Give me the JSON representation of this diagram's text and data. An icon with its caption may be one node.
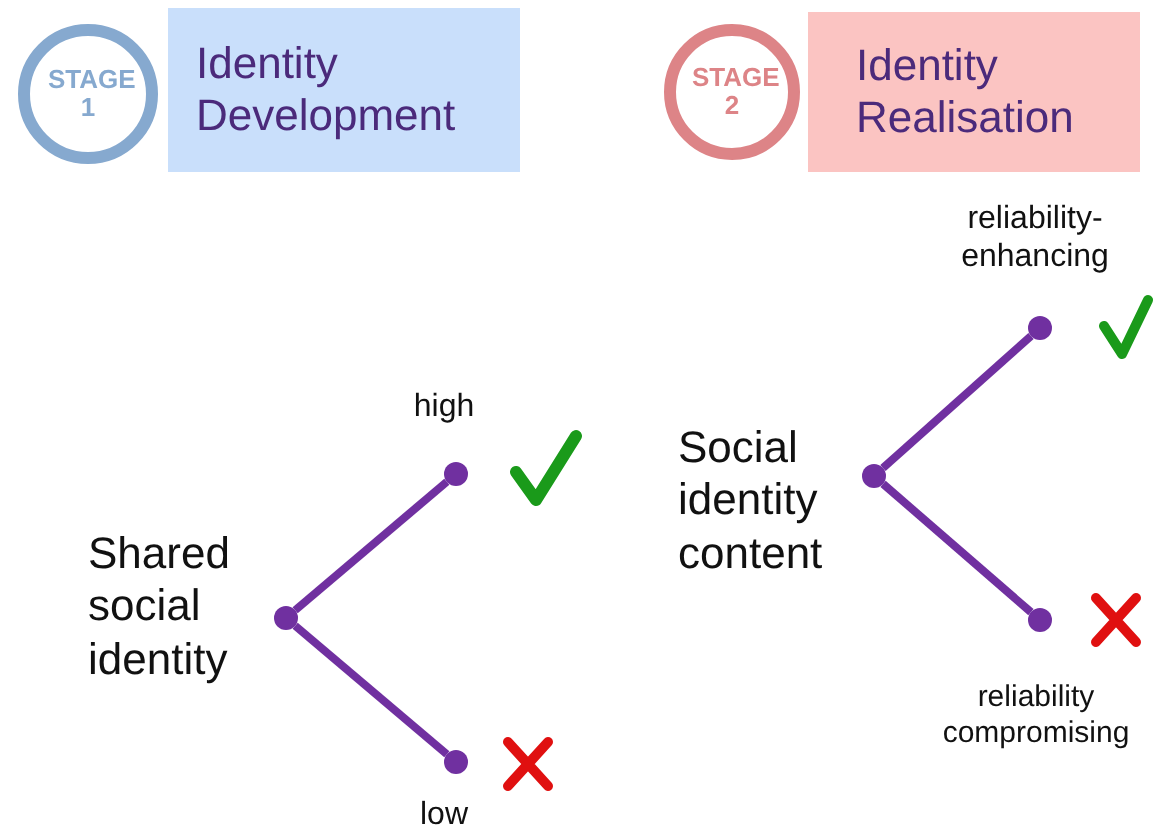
{
  "diagram": {
    "nodes": [
      {
        "text": [
          "STAGE 1"
        ]
      },
      {
        "text": [
          "Identity Development"
        ]
      },
      {
        "text": [
          "STAGE 2"
        ]
      },
      {
        "text": [
          "Identity Realisation"
        ]
      },
      {
        "text": [],
        "shape": "circle",
        "beside": [
          "Shared social identity"
        ]
      },
      {
        "text": [],
        "shape": "circle",
        "beside": [
          "high"
        ]
      },
      {
        "text": [],
        "shape": "circle",
        "beside": [
          "low"
        ]
      },
      {
        "text": [],
        "shape": "circle",
        "beside": [
          "Social identity content"
        ]
      },
      {
        "text": [],
        "shape": "circle",
        "beside": [
          "reliability-enhancing"
        ]
      },
      {
        "text": [],
        "shape": "circle",
        "beside": [
          "reliability compromising"
        ]
      }
    ],
    "edges": [
      {
        "from": 4,
        "to": 5,
        "arrow": "none"
      },
      {
        "from": 4,
        "to": 6,
        "arrow": "none"
      },
      {
        "from": 7,
        "to": 8,
        "arrow": "none"
      },
      {
        "from": 7,
        "to": 9,
        "arrow": "none"
      }
    ]
  }
}
